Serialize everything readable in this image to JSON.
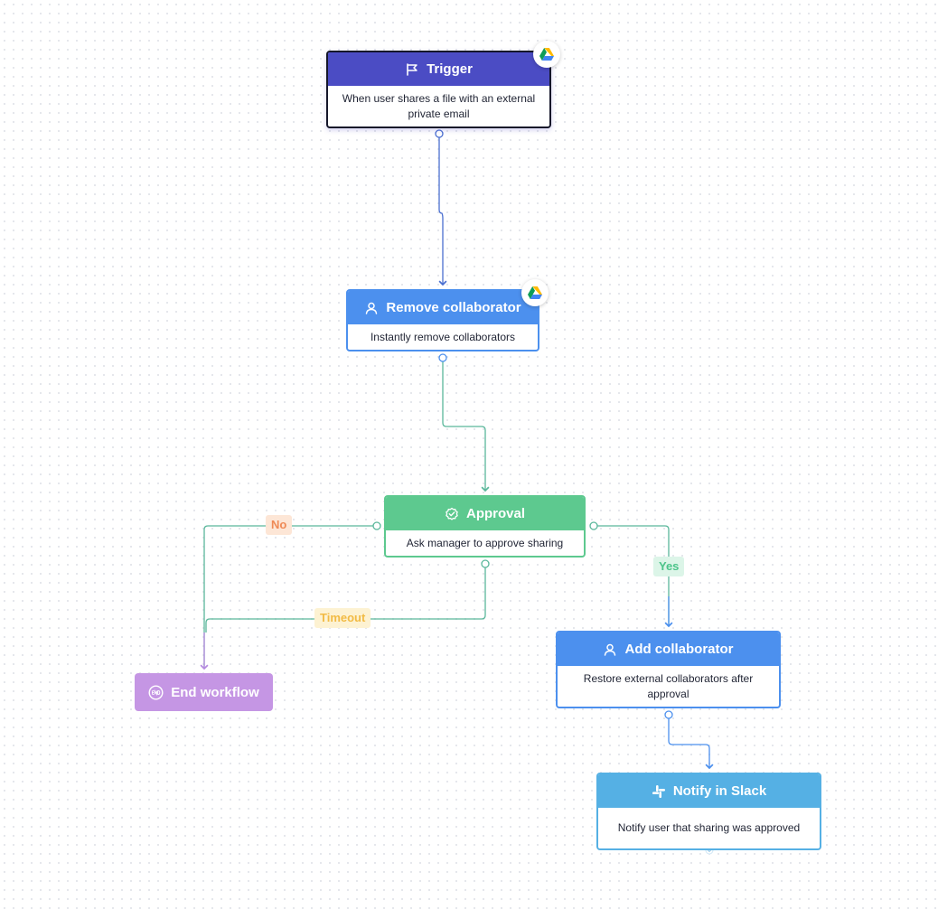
{
  "diagram": {
    "nodes": {
      "trigger": {
        "title": "Trigger",
        "description": "When user shares a file with an external private email",
        "icon": "flag-icon",
        "integration_icon": "google-drive-icon",
        "color": "#4b4cc4"
      },
      "remove_collaborator": {
        "title": "Remove collaborator",
        "description": "Instantly remove collaborators",
        "icon": "user-icon",
        "integration_icon": "google-drive-icon",
        "color": "#4c90ee"
      },
      "approval": {
        "title": "Approval",
        "description": "Ask manager to approve sharing",
        "icon": "badge-check-icon",
        "color": "#5dc98f"
      },
      "add_collaborator": {
        "title": "Add collaborator",
        "description": "Restore external collaborators after approval",
        "icon": "user-icon",
        "color": "#4c90ee"
      },
      "notify_slack": {
        "title": "Notify in Slack",
        "description": "Notify user that sharing was approved",
        "icon": "slack-icon",
        "color": "#55b0e4"
      },
      "end_workflow": {
        "title": "End workflow",
        "icon": "end-icon",
        "color": "#c596e4"
      }
    },
    "edge_labels": {
      "no": "No",
      "yes": "Yes",
      "timeout": "Timeout"
    },
    "edges": [
      {
        "from": "trigger",
        "to": "remove_collaborator",
        "color": "#4a6fd0"
      },
      {
        "from": "remove_collaborator",
        "to": "approval",
        "color": "#5ab79b"
      },
      {
        "from": "approval",
        "to": "end_workflow",
        "label": "No",
        "color": "#5ab79b"
      },
      {
        "from": "approval",
        "to": "end_workflow",
        "label": "Timeout",
        "color": "#5ab79b"
      },
      {
        "from": "approval",
        "to": "add_collaborator",
        "label": "Yes",
        "color": "#5ab79b"
      },
      {
        "from": "add_collaborator",
        "to": "notify_slack",
        "color": "#4c90ee"
      }
    ]
  }
}
